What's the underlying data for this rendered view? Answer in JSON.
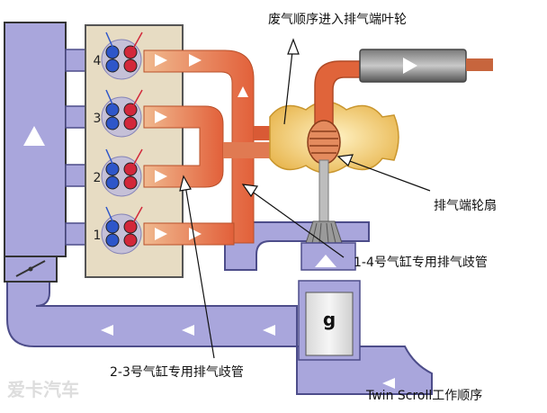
{
  "labels": {
    "top": "废气顺序进入排气端叶轮",
    "turbine": "排气端轮扇",
    "manifold_14": "1-4号气缸专用排气歧管",
    "manifold_23": "2-3号气缸专用排气歧管",
    "caption": "Twin Scroll工作顺序"
  },
  "cylinders": [
    "4",
    "3",
    "2",
    "1"
  ],
  "box_label": "g",
  "watermark": "爱卡汽车",
  "colors": {
    "intake": "#a9a6dc",
    "intake_dark": "#5a5aa5",
    "exhaust_hot": "#e0643a",
    "exhaust_warm": "#e8a27a",
    "block": "#e7dcc3",
    "turbo_housing": "#f3d27e"
  }
}
